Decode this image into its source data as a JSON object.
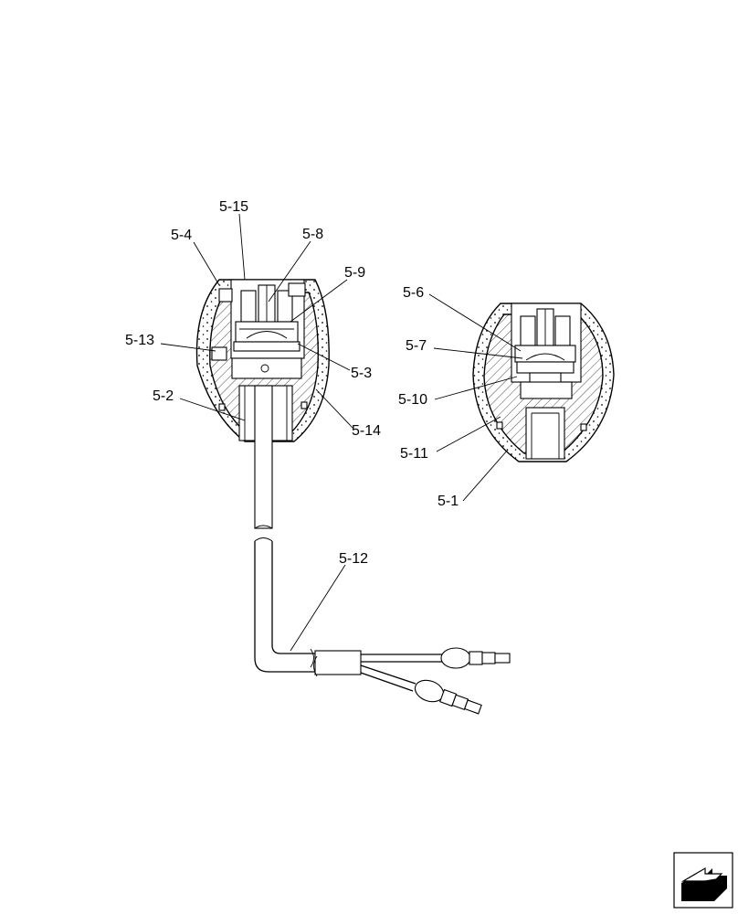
{
  "callouts": {
    "c5_15": "5-15",
    "c5_4": "5-4",
    "c5_8": "5-8",
    "c5_9": "5-9",
    "c5_13": "5-13",
    "c5_3": "5-3",
    "c5_2": "5-2",
    "c5_14": "5-14",
    "c5_12": "5-12",
    "c5_6": "5-6",
    "c5_7": "5-7",
    "c5_10": "5-10",
    "c5_11": "5-11",
    "c5_1": "5-1"
  },
  "nav_icon": "next-page-arrow-icon"
}
